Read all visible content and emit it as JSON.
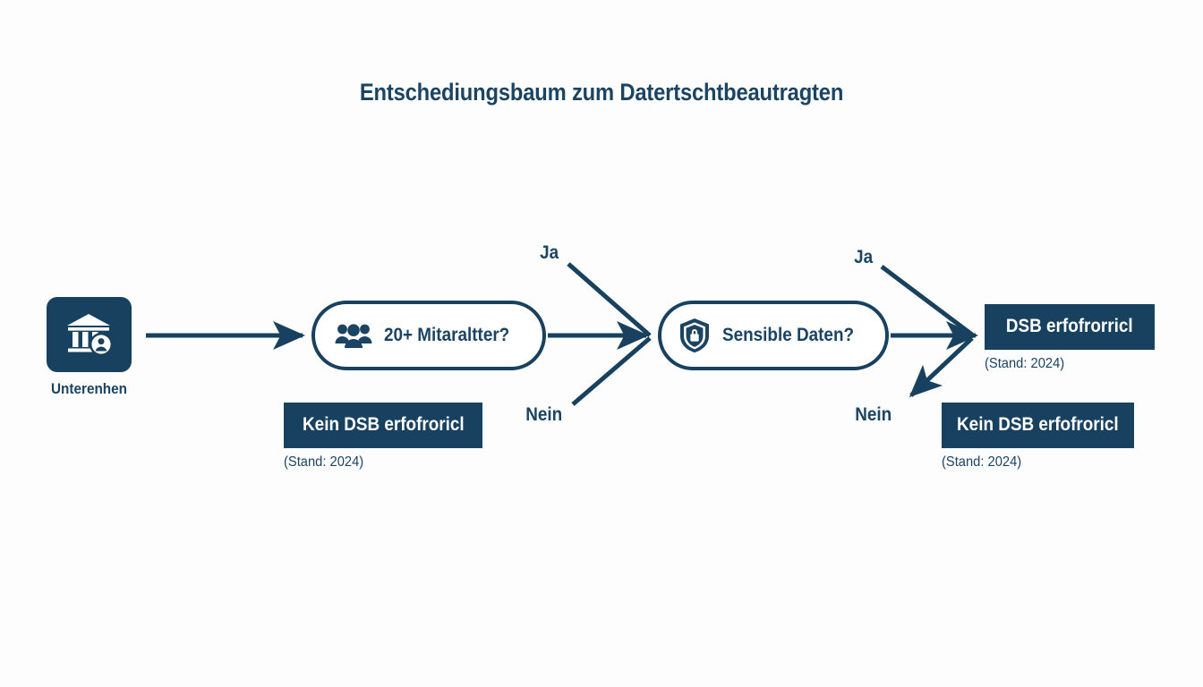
{
  "page": {
    "title": "Entschediungsbaum zum Datertschtbeautragten",
    "background_color": "#fdfdfd",
    "accent_color": "#17415e",
    "text_color": "#1b4463"
  },
  "start_node": {
    "label": "Unterenhen",
    "icon": "bank-user-icon"
  },
  "decisions": [
    {
      "id": "employees",
      "label": "20+ Mitaraltter?",
      "icon": "people-group-icon",
      "branches": {
        "yes": "Ja",
        "no": "Nein"
      }
    },
    {
      "id": "sensitive-data",
      "label": "Sensible Daten?",
      "icon": "shield-lock-icon",
      "branches": {
        "yes": "Ja",
        "no": "Nein"
      }
    }
  ],
  "results": [
    {
      "id": "no-dsb-1",
      "text": "Kein DSB erfofroricl",
      "note": "(Stand: 2024)"
    },
    {
      "id": "dsb-required",
      "text": "DSB erfofrorricl",
      "note": "(Stand: 2024)"
    },
    {
      "id": "no-dsb-2",
      "text": "Kein DSB erfofroricl",
      "note": "(Stand: 2024)"
    }
  ],
  "branch_labels": {
    "ja_1": "Ja",
    "nein_1": "Nein",
    "ja_2": "Ja",
    "nein_2": "Nein"
  }
}
